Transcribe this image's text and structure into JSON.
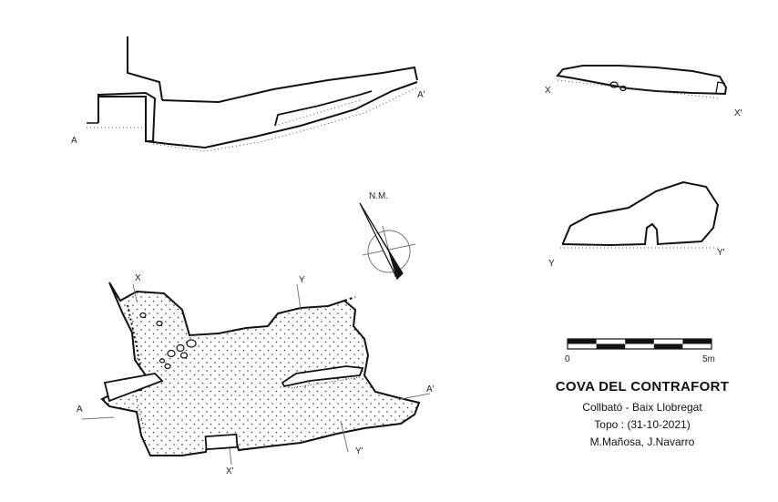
{
  "labels": {
    "profile_start": "A",
    "profile_end": "A'",
    "section_x_start": "X",
    "section_x_end": "X'",
    "section_y_start": "Y",
    "section_y_end": "Y'",
    "north": "N.M."
  },
  "scale": {
    "start_label": "0",
    "end_label": "5m"
  },
  "title_block": {
    "title": "COVA DEL CONTRAFORT",
    "location": "Collbató - Baix Llobregat",
    "survey_date": "Topo : (31-10-2021)",
    "authors": "M.Mañosa, J.Navarro"
  },
  "colors": {
    "ink": "#111111",
    "stipple": "#333333"
  }
}
